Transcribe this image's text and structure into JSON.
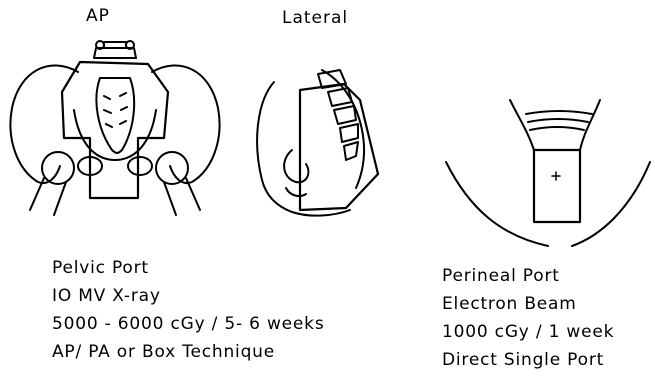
{
  "headings": {
    "ap": "AP",
    "lateral": "Lateral"
  },
  "pelvic_caption": [
    "Pelvic Port",
    "IO MV X-ray",
    "5000 - 6000 cGy / 5- 6 weeks",
    "AP/ PA or Box Technique"
  ],
  "perineal_caption": [
    "Perineal Port",
    "Electron Beam",
    "1000 cGy / 1 week",
    "Direct Single Port"
  ]
}
